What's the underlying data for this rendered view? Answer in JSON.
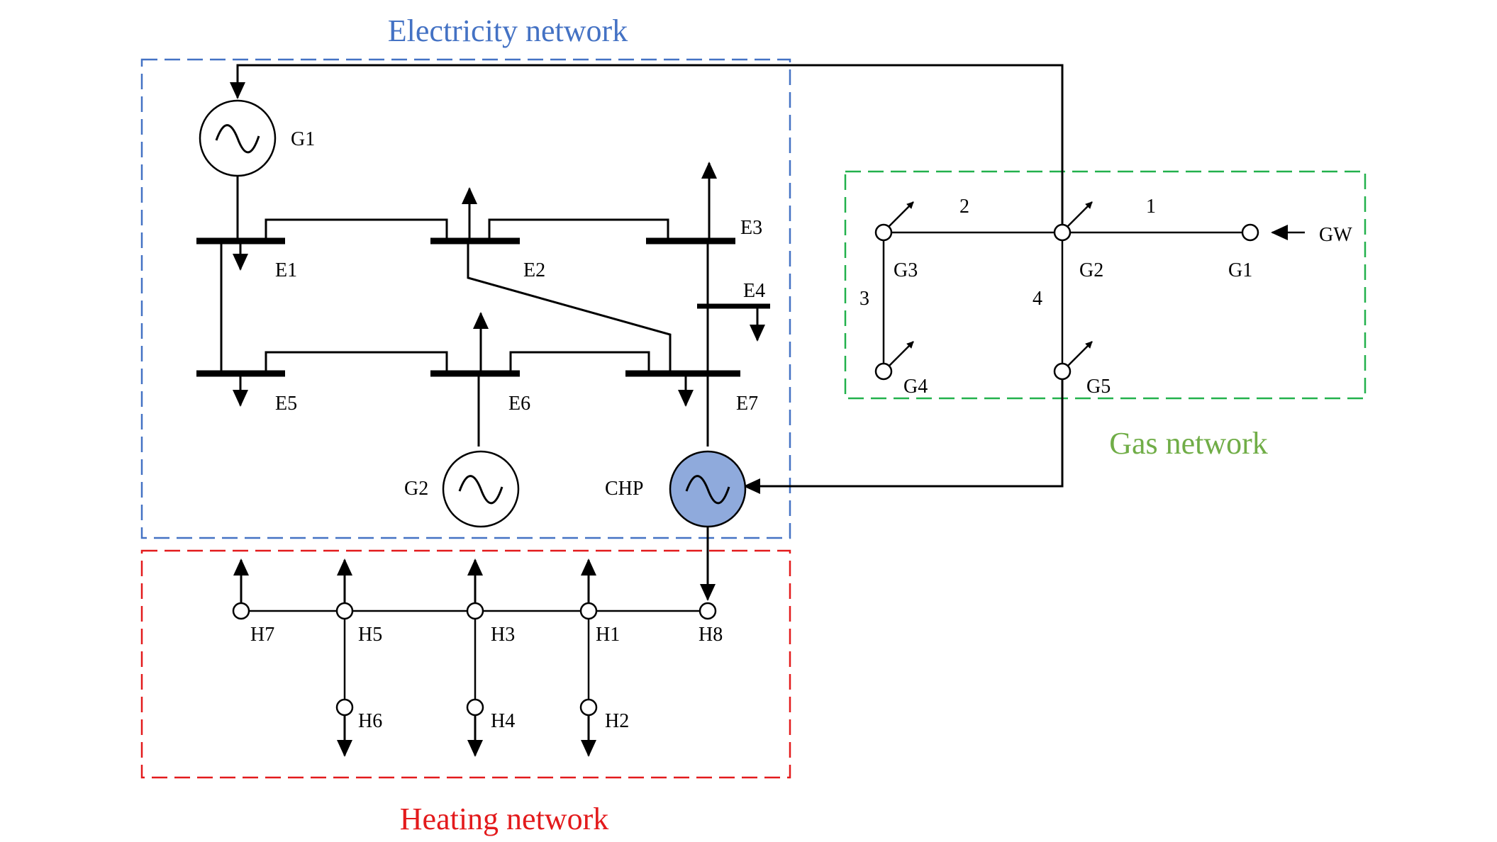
{
  "titles": {
    "electricity": "Electricity network",
    "gas": "Gas network",
    "heating": "Heating network"
  },
  "colors": {
    "electricity": "#4472c4",
    "gas": "#22b14c",
    "gas_title": "#70ad47",
    "heating": "#e31a1c",
    "chp_fill": "#8faadc"
  },
  "electricity": {
    "generators": {
      "g1": "G1",
      "g2": "G2",
      "chp": "CHP"
    },
    "buses": {
      "e1": "E1",
      "e2": "E2",
      "e3": "E3",
      "e4": "E4",
      "e5": "E5",
      "e6": "E6",
      "e7": "E7"
    }
  },
  "gas": {
    "nodes": {
      "g1": "G1",
      "g2": "G2",
      "g3": "G3",
      "g4": "G4",
      "g5": "G5"
    },
    "pipes": {
      "p1": "1",
      "p2": "2",
      "p3": "3",
      "p4": "4"
    },
    "source": "GW"
  },
  "heating": {
    "nodes": {
      "h1": "H1",
      "h2": "H2",
      "h3": "H3",
      "h4": "H4",
      "h5": "H5",
      "h6": "H6",
      "h7": "H7",
      "h8": "H8"
    }
  }
}
